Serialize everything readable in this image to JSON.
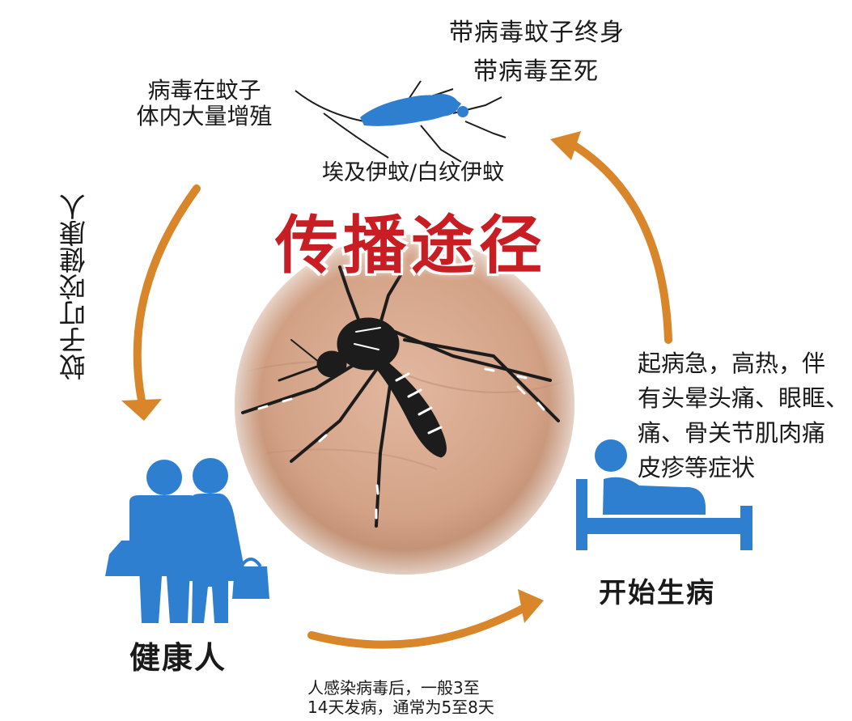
{
  "diagram": {
    "title": "传播途径",
    "mosquito_note": {
      "line1": "带病毒蚊子终身",
      "line2": "带病毒至死"
    },
    "viral_replication": "病毒在蚊子\n体内大量增殖",
    "species": "埃及伊蚊/白纹伊蚊",
    "bite_label": "蚊子叮咬健康人",
    "symptoms": "起病急，高热，伴\n有头晕头痛、眼眶、\n痛、骨关节肌肉痛\n皮疹等症状",
    "sick_label": "开始生病",
    "healthy_label": "健康人",
    "incubation": "人感染病毒后，一般3至\n14天发病，通常为5至8天"
  },
  "colors": {
    "arrow": "#d9852a",
    "figure": "#2f7fd0",
    "title": "#c81e23",
    "skin": "#d6a98f",
    "mosquito_dark": "#1c1c1c"
  },
  "icons": {
    "mosquito_small": "blue-mosquito-icon",
    "couple": "couple-with-bags-icon",
    "patient": "person-in-bed-icon",
    "mosquito_photo": "tiger-mosquito-on-skin"
  }
}
